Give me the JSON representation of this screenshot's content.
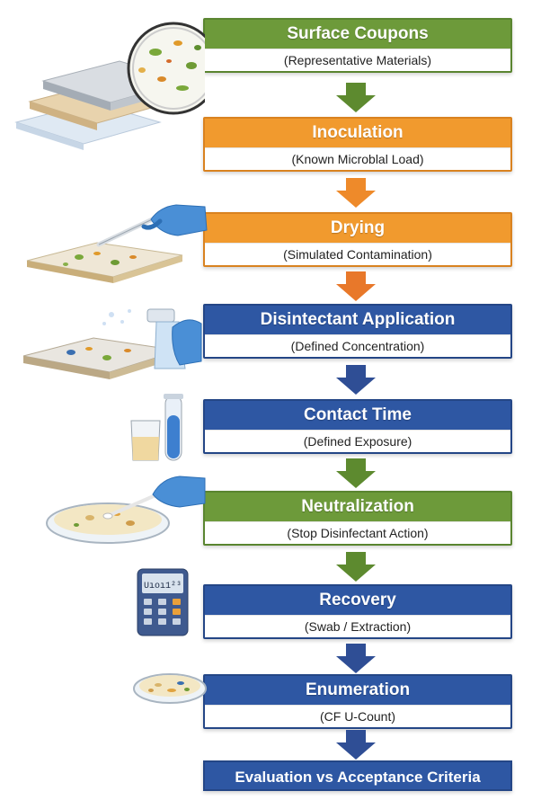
{
  "colors": {
    "green": "#6d9a3a",
    "orange": "#f19a2e",
    "blue": "#2e57a3",
    "arrow_green": "#5d8a2f",
    "arrow_orange": "#ee8a2a",
    "arrow_blue": "#2f4e95"
  },
  "steps": [
    {
      "title": "Surface Coupons",
      "subtitle": "(Representative Materials)",
      "color": "green",
      "illustration": "stacked-coupons-with-microbe-magnifier"
    },
    {
      "title": "Inoculation",
      "subtitle": "(Known Microblal Load)",
      "color": "orange",
      "illustration": ""
    },
    {
      "title": "Drying",
      "subtitle": "(Simulated Contamination)",
      "color": "orange",
      "illustration": "gloved-hand-pipette-on-coupon"
    },
    {
      "title": "Disintectant Application",
      "subtitle": "(Defined Concentration)",
      "color": "blue",
      "illustration": "spray-bottle-on-coupon"
    },
    {
      "title": "Contact Time",
      "subtitle": "(Defined Exposure)",
      "color": "blue",
      "illustration": "beaker-and-test-tube"
    },
    {
      "title": "Neutralization",
      "subtitle": "(Stop Disinfectant Action)",
      "color": "green",
      "illustration": "gloved-hand-swab-petri-dish"
    },
    {
      "title": "Recovery",
      "subtitle": "(Swab / Extraction)",
      "color": "blue",
      "illustration": "colony-counter-device"
    },
    {
      "title": "Enumeration",
      "subtitle": "(CF U-Count)",
      "color": "blue",
      "illustration": "petri-dish-colonies"
    }
  ],
  "final": {
    "title": "Evaluation vs Acceptance Criteria",
    "color": "blue"
  },
  "device_display": "Uıoı1²³"
}
